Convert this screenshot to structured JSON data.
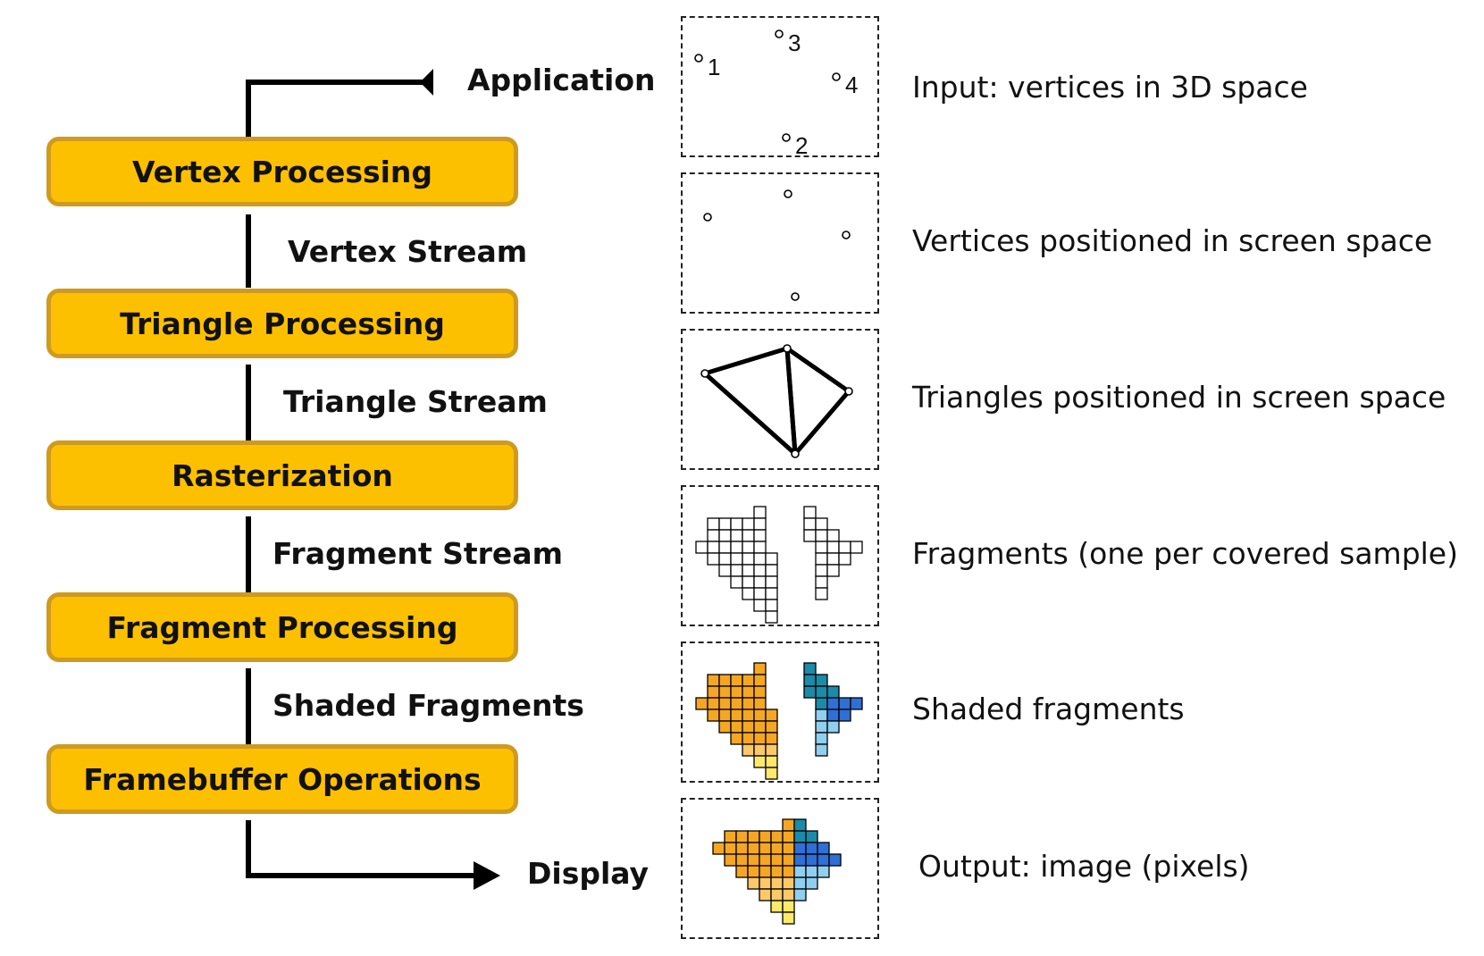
{
  "pipeline": {
    "input_label": "Application",
    "output_label": "Display",
    "stages": [
      {
        "name": "Vertex Processing"
      },
      {
        "name": "Triangle Processing"
      },
      {
        "name": "Rasterization"
      },
      {
        "name": "Fragment Processing"
      },
      {
        "name": "Framebuffer Operations"
      }
    ],
    "streams": [
      {
        "name": "Vertex Stream"
      },
      {
        "name": "Triangle Stream"
      },
      {
        "name": "Fragment Stream"
      },
      {
        "name": "Shaded Fragments"
      }
    ]
  },
  "panels": [
    {
      "description": "Input: vertices in 3D space",
      "vertex_labels": [
        "1",
        "2",
        "3",
        "4"
      ]
    },
    {
      "description": "Vertices positioned in screen space"
    },
    {
      "description": "Triangles positioned in screen space"
    },
    {
      "description": "Fragments (one per covered sample)"
    },
    {
      "description": "Shaded fragments"
    },
    {
      "description": "Output: image (pixels)"
    }
  ],
  "colors": {
    "stage_fill": "#fdc000",
    "stage_border": "#cf9a20",
    "orange": "#f5a623",
    "light_orange": "#fbc86a",
    "yellow": "#fde96a",
    "teal": "#1a8ba8",
    "blue": "#2f6fd6",
    "light_blue": "#8fcff0"
  }
}
